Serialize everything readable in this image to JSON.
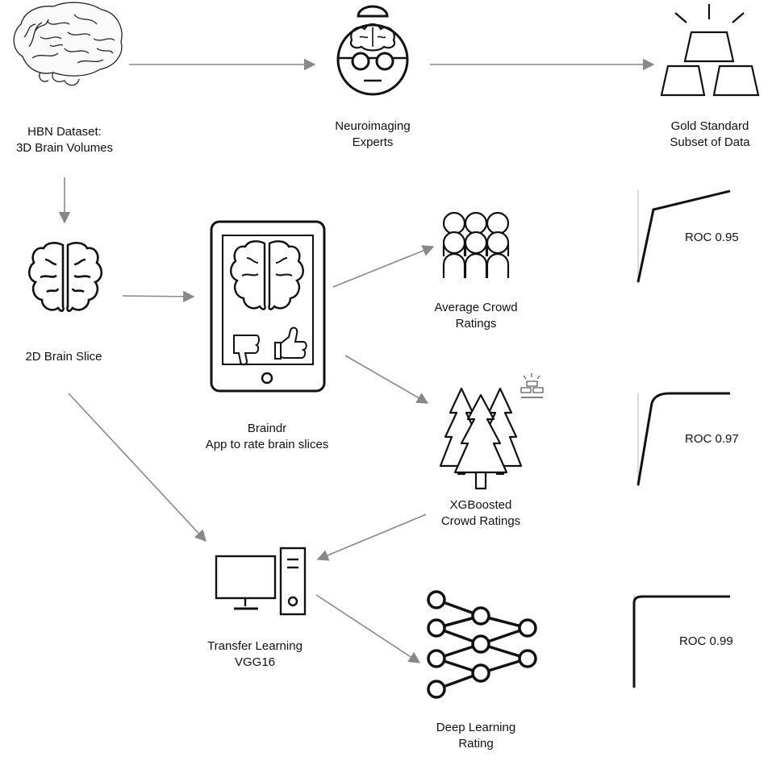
{
  "nodes": {
    "hbn": {
      "line1": "HBN Dataset:",
      "line2": "3D Brain Volumes"
    },
    "experts": {
      "line1": "Neuroimaging",
      "line2": "Experts"
    },
    "gold": {
      "line1": "Gold Standard",
      "line2": "Subset of Data"
    },
    "slice": {
      "line1": "2D Brain Slice"
    },
    "braindr": {
      "line1": "Braindr",
      "line2": "App to rate brain slices"
    },
    "crowd": {
      "line1": "Average Crowd",
      "line2": "Ratings"
    },
    "xgb": {
      "line1": "XGBoosted",
      "line2": "Crowd Ratings"
    },
    "transfer": {
      "line1": "Transfer Learning",
      "line2": "VGG16"
    },
    "deep": {
      "line1": "Deep Learning",
      "line2": "Rating"
    }
  },
  "roc": {
    "crowd": "ROC 0.95",
    "xgb": "ROC 0.97",
    "deep": "ROC 0.99"
  },
  "icons": [
    "brain-3d-icon",
    "expert-icon",
    "gold-bars-icon",
    "brain-2d-icon",
    "tablet-icon",
    "crowd-icon",
    "trees-icon",
    "computer-icon",
    "neural-network-icon"
  ],
  "colors": {
    "arrow": "#888888",
    "line": "#111111"
  }
}
